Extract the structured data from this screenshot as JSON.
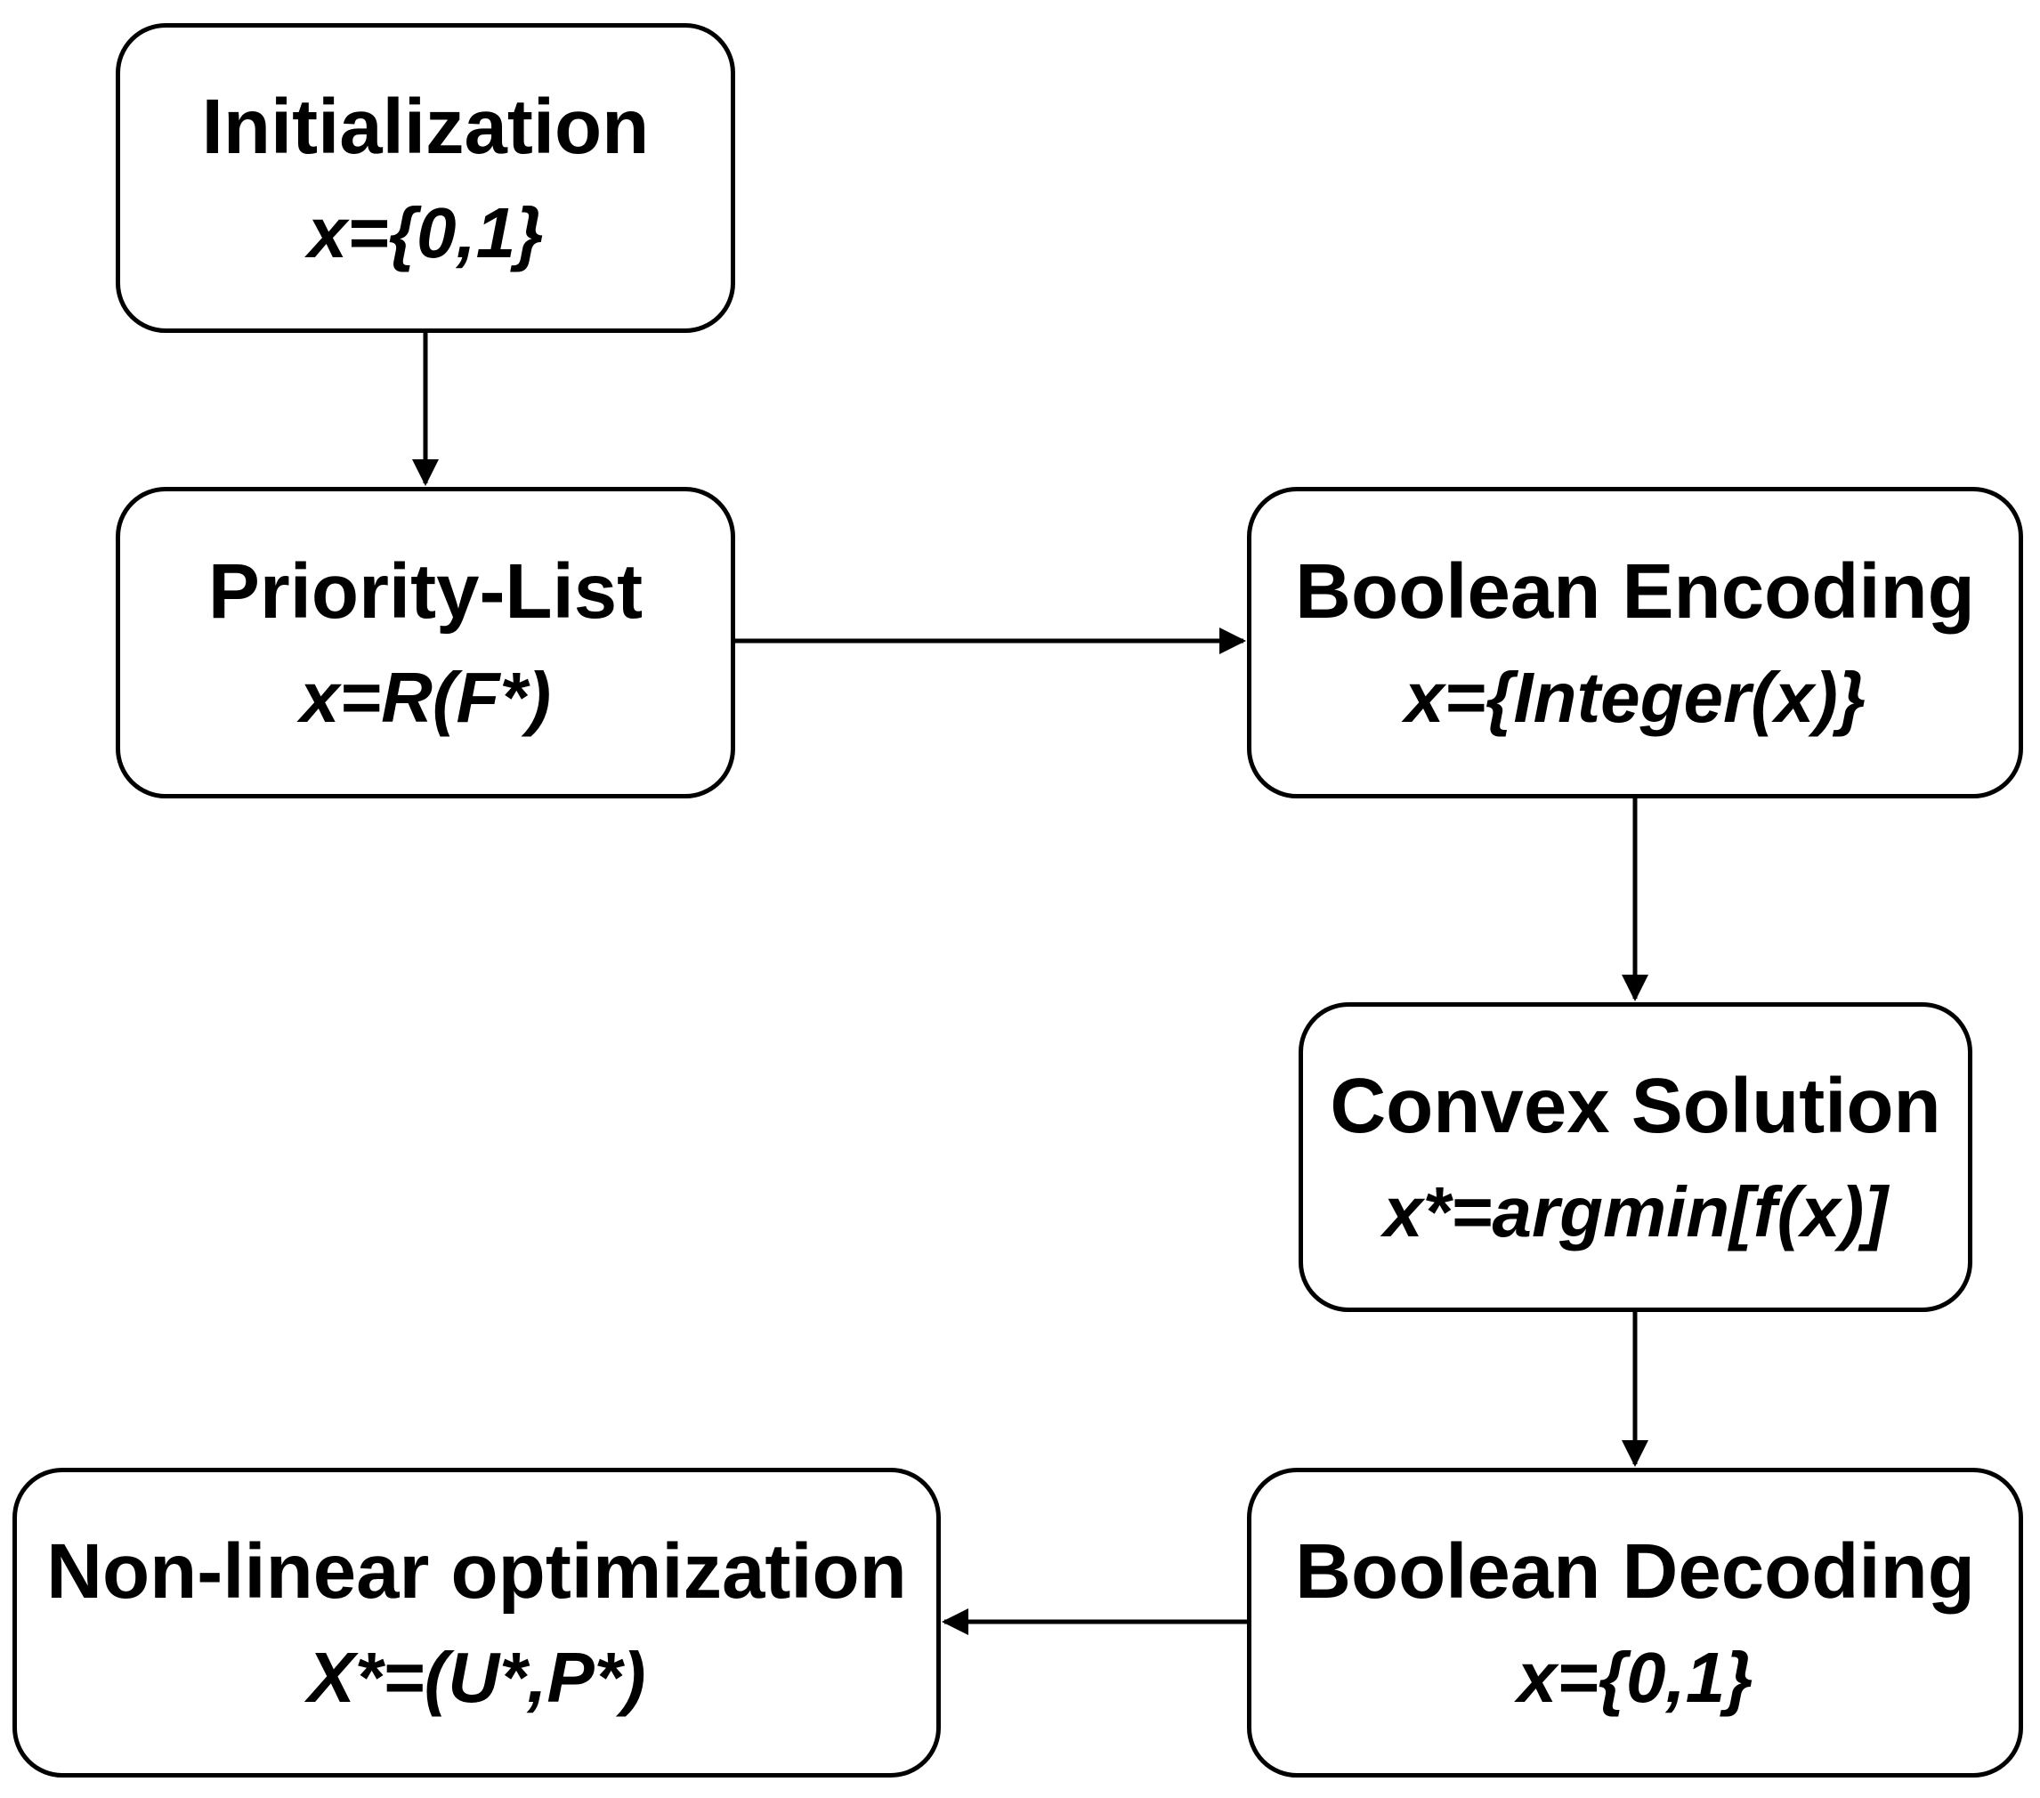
{
  "nodes": {
    "initialization": {
      "title": "Initialization",
      "formula": "x={0,1}"
    },
    "priority_list": {
      "title": "Priority-List",
      "formula": "x=R(F*)"
    },
    "boolean_encoding": {
      "title": "Boolean Encoding",
      "formula": "x={Integer(x)}"
    },
    "convex_solution": {
      "title": "Convex Solution",
      "formula": "x*=argmin[f(x)]"
    },
    "boolean_decoding": {
      "title": "Boolean Decoding",
      "formula": "x={0,1}"
    },
    "nonlinear_optimization": {
      "title": "Non-linear optimization",
      "formula": "X*=(U*,P*)"
    }
  },
  "edges": [
    {
      "from": "initialization",
      "to": "priority_list"
    },
    {
      "from": "priority_list",
      "to": "boolean_encoding"
    },
    {
      "from": "boolean_encoding",
      "to": "convex_solution"
    },
    {
      "from": "convex_solution",
      "to": "boolean_decoding"
    },
    {
      "from": "boolean_decoding",
      "to": "nonlinear_optimization"
    }
  ],
  "colors": {
    "stroke": "#000000",
    "background": "#ffffff",
    "text": "#000000"
  }
}
